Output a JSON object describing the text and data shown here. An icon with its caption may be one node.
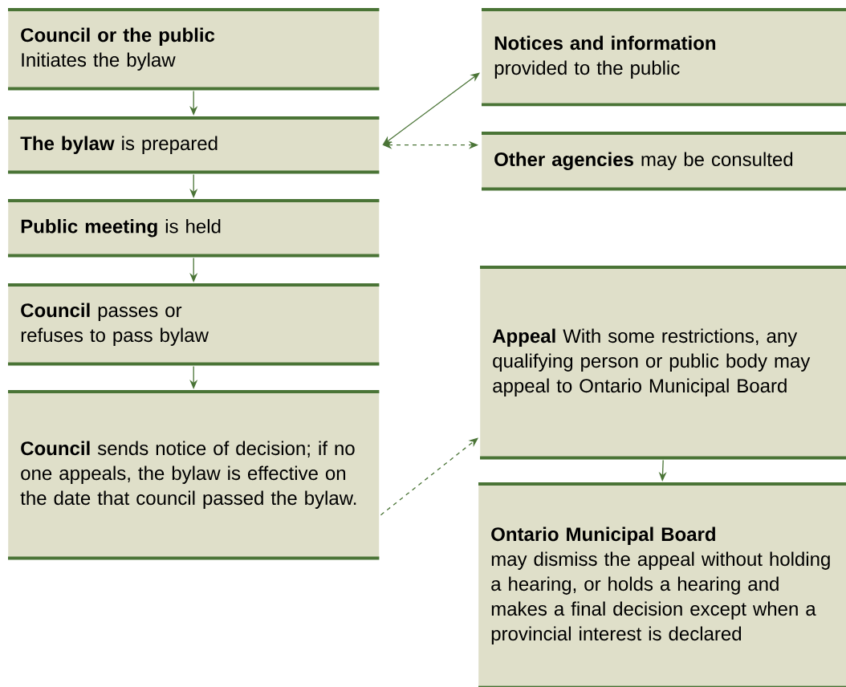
{
  "diagram": {
    "nodes": [
      {
        "text": [
          "Council or the public",
          "Initiates the bylaw"
        ]
      },
      {
        "text": [
          "**The bylaw** is prepared"
        ]
      },
      {
        "text": [
          "**Public meeting** is held"
        ]
      },
      {
        "text": [
          "**Council** passes or refuses to pass bylaw"
        ]
      },
      {
        "text": [
          "**Council** sends notice of decision; if no one appeals, the bylaw is effective on the date that council passed the bylaw."
        ]
      },
      {
        "text": [
          "Notices and information",
          "provided to the public"
        ]
      },
      {
        "text": [
          "**Other agencies** may be consulted"
        ]
      },
      {
        "text": [
          "**Appeal** With some restrictions, any qualifying person or public body may appeal to Ontario Municipal Board"
        ]
      },
      {
        "text": [
          "Ontario Municipal Board",
          "may dismiss the appeal without holding a hearing, or holds a hearing and makes a final decision except when a provincial interest is declared"
        ]
      }
    ],
    "edges": [
      {
        "from": 0,
        "to": 1,
        "arrow": "to"
      },
      {
        "from": 1,
        "to": 2,
        "arrow": "to"
      },
      {
        "from": 2,
        "to": 3,
        "arrow": "to"
      },
      {
        "from": 3,
        "to": 4,
        "arrow": "to"
      },
      {
        "from": 1,
        "to": 5,
        "arrow": "both"
      },
      {
        "from": 1,
        "to": 6,
        "arrow": "both",
        "style": "dashed"
      },
      {
        "from": 4,
        "to": 7,
        "arrow": "to",
        "style": "dashed"
      },
      {
        "from": 7,
        "to": 8,
        "arrow": "to"
      }
    ]
  }
}
